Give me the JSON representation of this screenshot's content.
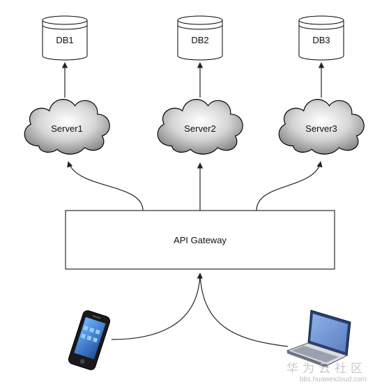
{
  "databases": [
    {
      "label": "DB1"
    },
    {
      "label": "DB2"
    },
    {
      "label": "DB3"
    }
  ],
  "servers": [
    {
      "label": "Server1"
    },
    {
      "label": "Server2"
    },
    {
      "label": "Server3"
    }
  ],
  "gateway": {
    "label": "API Gateway"
  },
  "clients": [
    {
      "icon": "mobile-phone-icon"
    },
    {
      "icon": "laptop-icon"
    }
  ],
  "watermark": {
    "text": "华为云社区",
    "url": "bbs.huaweicloud.com"
  }
}
